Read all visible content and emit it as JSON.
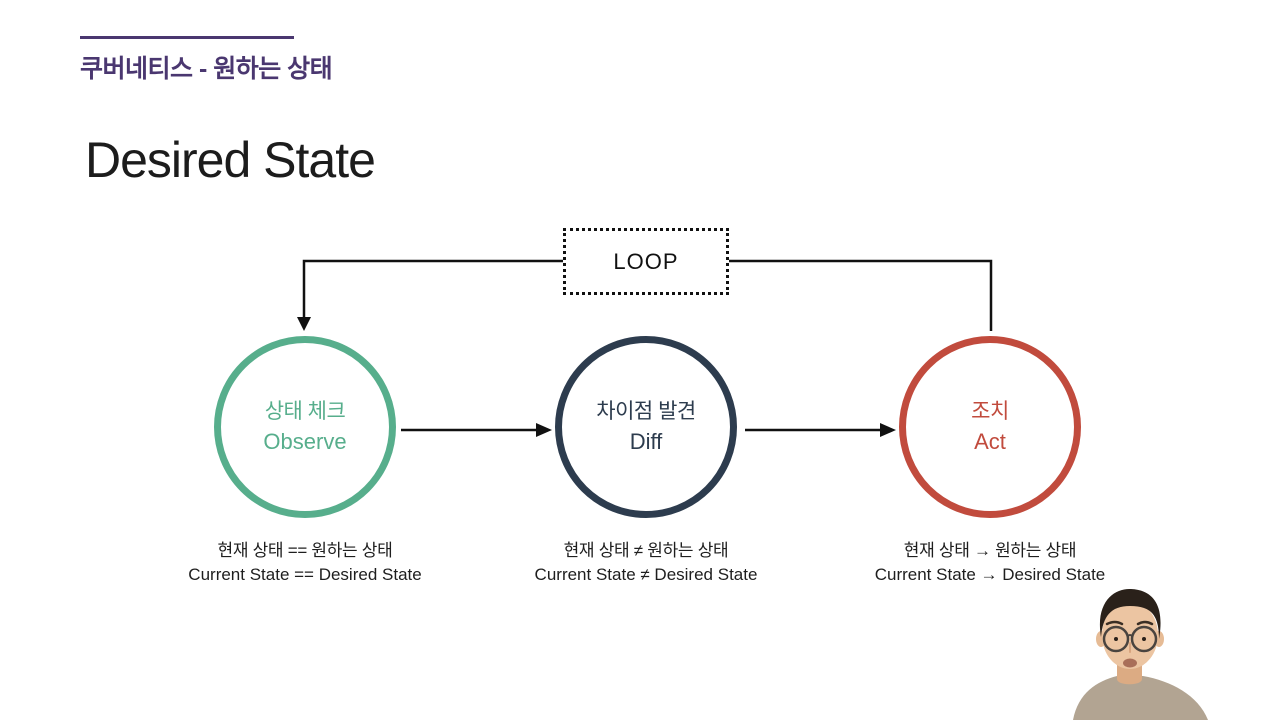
{
  "slide": {
    "header": {
      "label": "쿠버네티스 - 원하는 상태"
    },
    "title": "Desired State"
  },
  "diagram": {
    "loop_label": "LOOP",
    "nodes": [
      {
        "id": "observe",
        "line1": "상태 체크",
        "line2": "Observe",
        "color": "#57ae8c",
        "caption_ko": "현재 상태 == 원하는 상태",
        "caption_en": "Current State == Desired State"
      },
      {
        "id": "diff",
        "line1": "차이점 발견",
        "line2": "Diff",
        "color": "#2d3c4e",
        "caption_ko": "현재 상태 ≠ 원하는 상태",
        "caption_en": "Current State ≠ Desired State"
      },
      {
        "id": "act",
        "line1": "조치",
        "line2": "Act",
        "color": "#c14b3d",
        "caption_ko": "현재 상태 → 원하는 상태",
        "caption_en": "Current State → Desired State"
      }
    ]
  },
  "colors": {
    "accent_purple": "#4a3770",
    "observe_green": "#57ae8c",
    "diff_navy": "#2d3c4e",
    "act_red": "#c14b3d",
    "connector_black": "#111111",
    "background": "#ffffff"
  }
}
